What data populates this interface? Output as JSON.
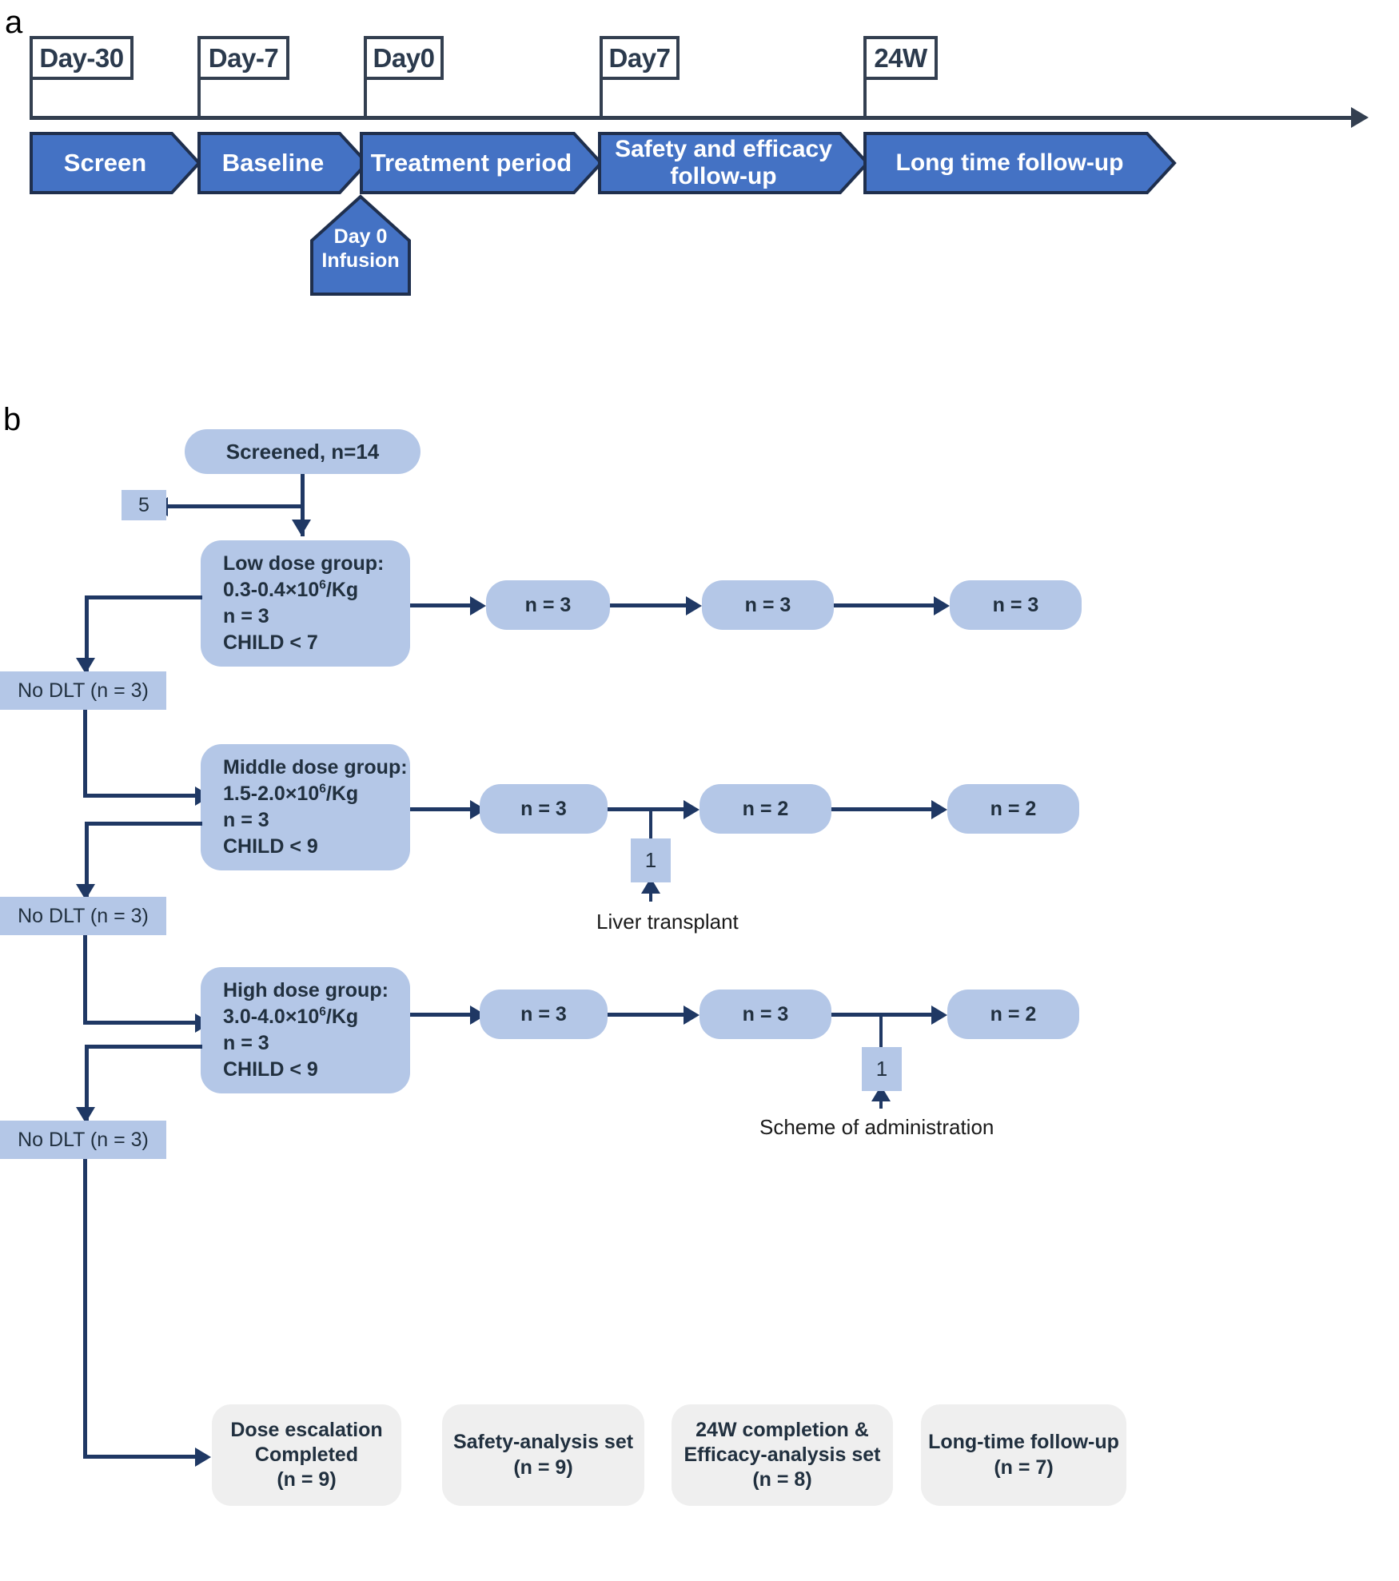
{
  "panels": {
    "a_letter": "a",
    "b_letter": "b"
  },
  "timeline": {
    "milestones": [
      {
        "label": "Day-30"
      },
      {
        "label": "Day-7"
      },
      {
        "label": "Day0"
      },
      {
        "label": "Day7"
      },
      {
        "label": "24W"
      }
    ],
    "phases": [
      {
        "label": "Screen"
      },
      {
        "label": "Baseline"
      },
      {
        "label": "Treatment period"
      },
      {
        "label": "Safety and efficacy follow-up"
      },
      {
        "label": "Long time follow-up"
      }
    ],
    "infusion": {
      "label": "Day 0\nInfusion"
    },
    "colors": {
      "phase_fill": "#4472c4",
      "phase_stroke": "#1f2f4d",
      "axis": "#333f50",
      "milestone_text": "#2b3a4d"
    }
  },
  "flow": {
    "screened": {
      "label": "Screened, n=14"
    },
    "excluded": {
      "label": "5"
    },
    "groups": [
      {
        "title": "Low dose group:",
        "dose_prefix": "0.3-0.4×10",
        "dose_exp": "6",
        "dose_suffix": "/Kg",
        "n": "n = 3",
        "child": "CHILD < 7",
        "followups": [
          "n = 3",
          "n = 3",
          "n = 3"
        ]
      },
      {
        "title": "Middle dose group:",
        "dose_prefix": "1.5-2.0×10",
        "dose_exp": "6",
        "dose_suffix": "/Kg",
        "n": "n = 3",
        "child": "CHILD < 9",
        "followups": [
          "n = 3",
          "n = 2",
          "n = 2"
        ]
      },
      {
        "title": "High dose group:",
        "dose_prefix": "3.0-4.0×10",
        "dose_exp": "6",
        "dose_suffix": "/Kg",
        "n": "n = 3",
        "child": "CHILD < 9",
        "followups": [
          "n = 3",
          "n = 3",
          "n = 2"
        ]
      }
    ],
    "no_dlt": [
      {
        "label": "No DLT (n = 3)"
      },
      {
        "label": "No DLT (n = 3)"
      },
      {
        "label": "No DLT (n = 3)"
      }
    ],
    "dropouts": [
      {
        "count": "1",
        "reason": "Liver transplant"
      },
      {
        "count": "1",
        "reason": "Scheme of administration"
      }
    ],
    "summary": [
      {
        "label": "Dose escalation\nCompleted\n(n = 9)"
      },
      {
        "label": "Safety-analysis set\n(n = 9)"
      },
      {
        "label": "24W completion &\nEfficacy-analysis set\n(n = 8)"
      },
      {
        "label": "Long-time follow-up\n(n = 7)"
      }
    ],
    "colors": {
      "node_fill": "#b4c7e7",
      "summary_fill": "#efefef",
      "connector": "#1f3864"
    }
  }
}
